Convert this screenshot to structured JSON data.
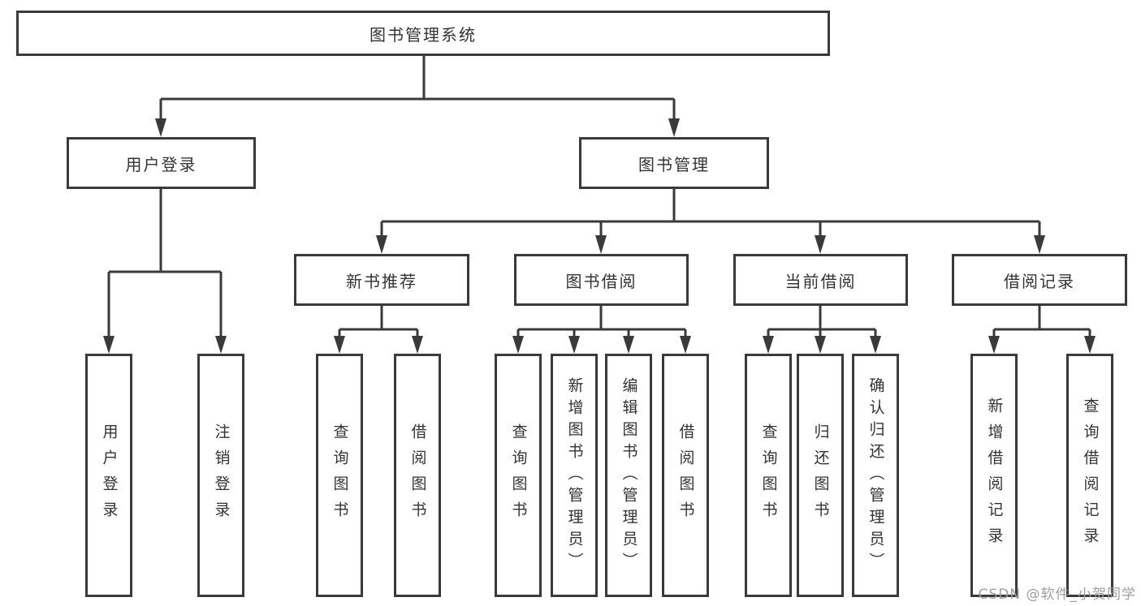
{
  "colors": {
    "line": "#3a3a3a",
    "box_border": "#3a3a3a",
    "text": "#333333",
    "background": "#ffffff",
    "watermark": "#9e9e9e"
  },
  "tree": {
    "root": {
      "label": "图书管理系统"
    },
    "branches": [
      {
        "label": "用户登录",
        "children": [
          {
            "label": "用户登录"
          },
          {
            "label": "注销登录"
          }
        ]
      },
      {
        "label": "图书管理",
        "children": [
          {
            "label": "新书推荐",
            "children": [
              {
                "label": "查询图书"
              },
              {
                "label": "借阅图书"
              }
            ]
          },
          {
            "label": "图书借阅",
            "children": [
              {
                "label": "查询图书"
              },
              {
                "label": "新增图书（管理员）"
              },
              {
                "label": "编辑图书（管理员）"
              },
              {
                "label": "借阅图书"
              }
            ]
          },
          {
            "label": "当前借阅",
            "children": [
              {
                "label": "查询图书"
              },
              {
                "label": "归还图书"
              },
              {
                "label": "确认归还（管理员）"
              }
            ]
          },
          {
            "label": "借阅记录",
            "children": [
              {
                "label": "新增借阅记录"
              },
              {
                "label": "查询借阅记录"
              }
            ]
          }
        ]
      }
    ]
  },
  "watermark": {
    "text": "CSDN @软件_小贺同学"
  }
}
